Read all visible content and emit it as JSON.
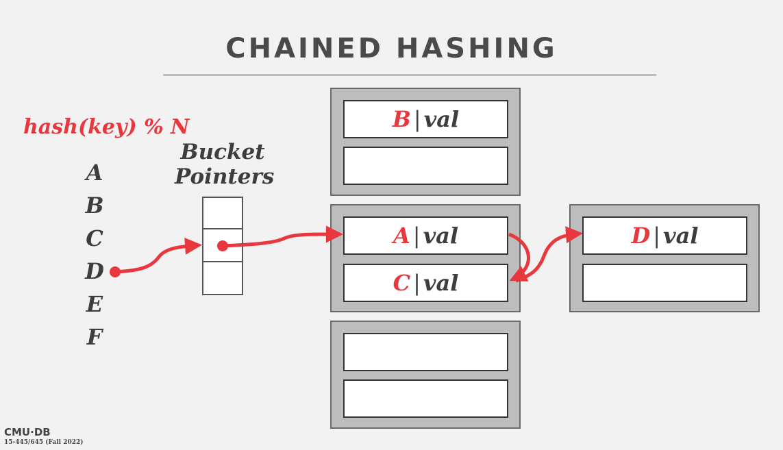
{
  "title": "CHAINED HASHING",
  "hash_function": "hash(key) % N",
  "keys": [
    "A",
    "B",
    "C",
    "D",
    "E",
    "F"
  ],
  "bucket_pointers_label": [
    "Bucket",
    "Pointers"
  ],
  "pages": [
    {
      "slots": [
        {
          "key": "B",
          "value": "val"
        },
        {
          "key": "",
          "value": ""
        }
      ]
    },
    {
      "slots": [
        {
          "key": "A",
          "value": "val"
        },
        {
          "key": "C",
          "value": "val"
        }
      ]
    },
    {
      "slots": [
        {
          "key": "",
          "value": ""
        },
        {
          "key": "",
          "value": ""
        }
      ]
    },
    {
      "slots": [
        {
          "key": "D",
          "value": "val"
        },
        {
          "key": "",
          "value": ""
        }
      ]
    }
  ],
  "footer": {
    "logo": "CMU·DB",
    "course": "15-445/645 (Fall 2022)"
  },
  "colors": {
    "accent": "#e8383d",
    "text": "#3d3d3d",
    "page_bg": "#bdbdbd"
  }
}
